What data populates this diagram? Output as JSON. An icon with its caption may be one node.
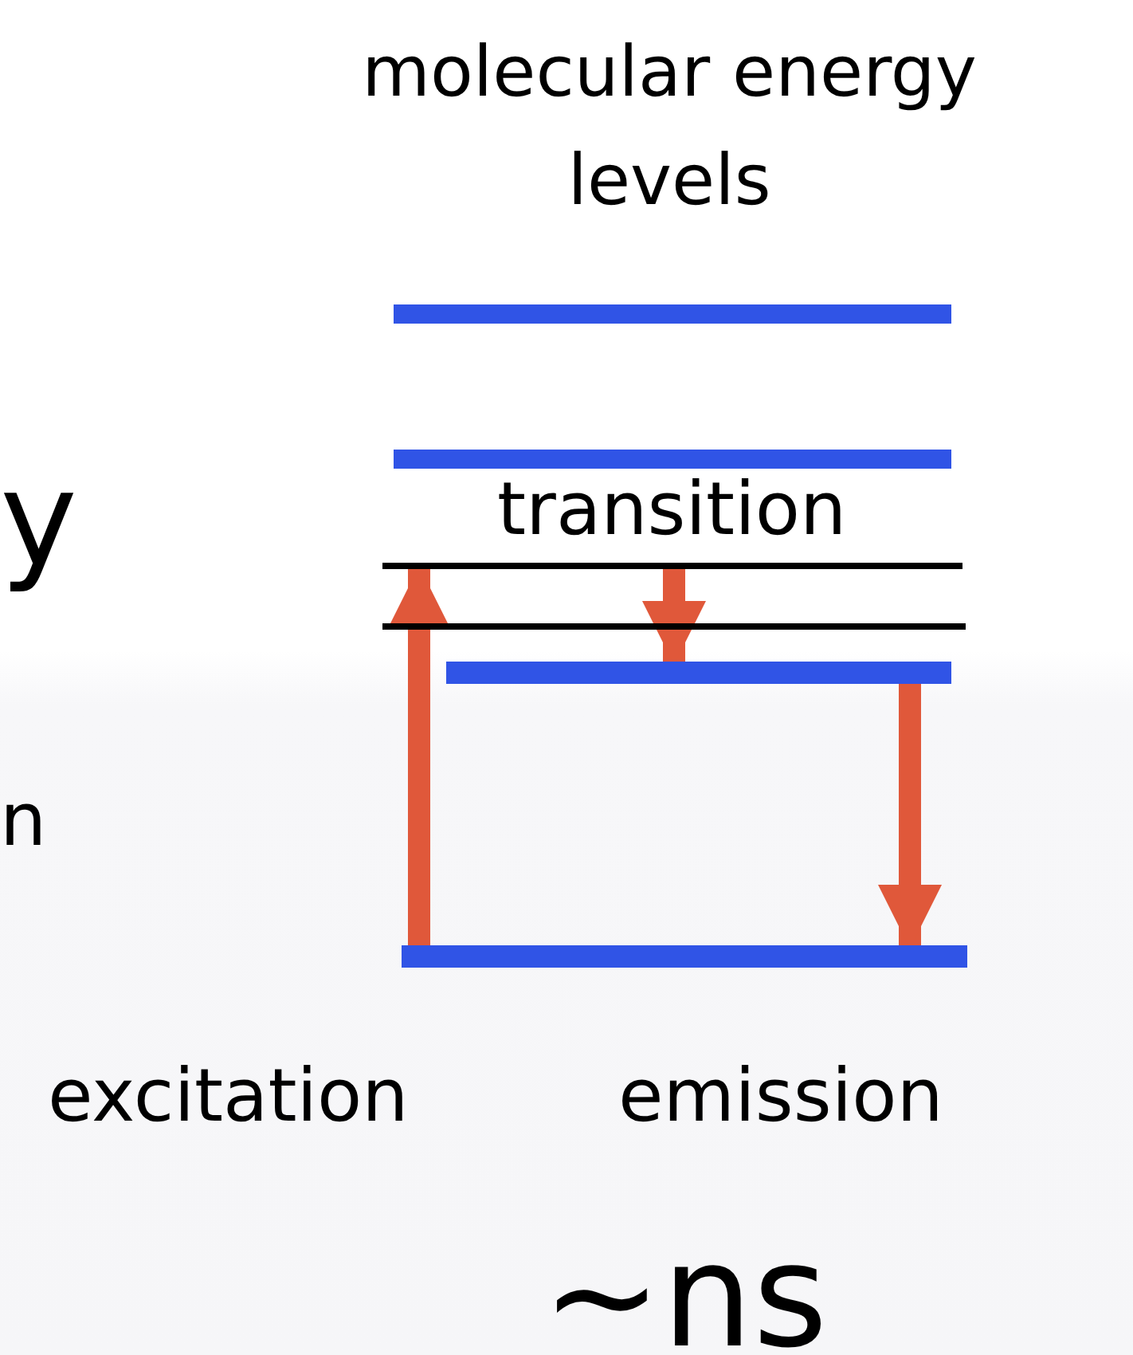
{
  "diagram": {
    "nodes": [
      {
        "text": [],
        "shape": "bar"
      },
      {
        "text": [],
        "shape": "bar"
      },
      {
        "text": [],
        "shape": "bar"
      },
      {
        "text": [],
        "shape": "bar"
      },
      {
        "text": [],
        "shape": "bar"
      },
      {
        "text": [],
        "shape": "bar"
      }
    ],
    "edges": [
      {
        "from": 5,
        "to": 2,
        "arrow": "to"
      },
      {
        "from": 2,
        "to": 4,
        "arrow": "to"
      },
      {
        "from": 4,
        "to": 5,
        "arrow": "to"
      }
    ],
    "labels": [
      "molecular energy levels",
      "y",
      "transition",
      "n",
      "excitation",
      "emission",
      "~ns"
    ]
  }
}
